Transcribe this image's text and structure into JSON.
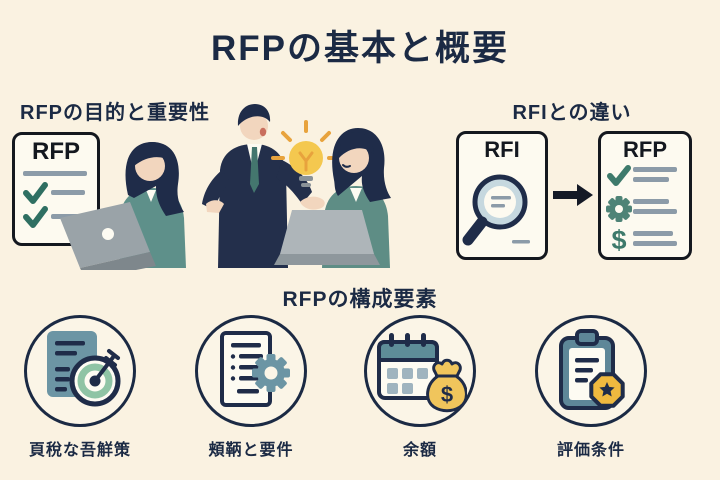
{
  "title": "RFPの基本と概要",
  "sections": {
    "purpose": {
      "heading": "RFPの目的と重要性",
      "document_label": "RFP"
    },
    "comparison": {
      "heading": "RFIとの違い",
      "rfi_card_label": "RFI",
      "rfp_card_label": "RFP"
    },
    "components": {
      "heading": "RFPの構成要素",
      "items": [
        {
          "label": "頁稅な吾觧策",
          "icon": "document-target-icon"
        },
        {
          "label": "頬鞆と要件",
          "icon": "document-gear-icon"
        },
        {
          "label": "余額",
          "icon": "calendar-money-icon"
        },
        {
          "label": "評価条件",
          "icon": "clipboard-award-icon"
        }
      ]
    }
  },
  "currency_symbol": "$",
  "icons": [
    "checklist-icon",
    "laptop-icon",
    "lightbulb-icon",
    "magnifier-icon",
    "arrow-right-icon",
    "check-icon",
    "gear-icon",
    "dollar-icon",
    "document-target-icon",
    "document-gear-icon",
    "calendar-money-icon",
    "money-bag-icon",
    "clipboard-award-icon",
    "award-badge-icon",
    "star-icon"
  ],
  "palette": {
    "background": "#FAF2E1",
    "ink_navy": "#1B2A44",
    "card_background": "#FDFAF0",
    "teal_green": "#3E7A6B",
    "teal_garment": "#5E8D85",
    "blue_gray": "#6C95A4",
    "line_gray": "#8C9BA8",
    "laptop_gray": "#9AA3A8",
    "bulb_yellow": "#F4C84F",
    "money_yellow": "#F0C55C",
    "badge_yellow": "#EFB93F",
    "target_green": "#8FC4A5",
    "skin": "#F2D6BE"
  }
}
